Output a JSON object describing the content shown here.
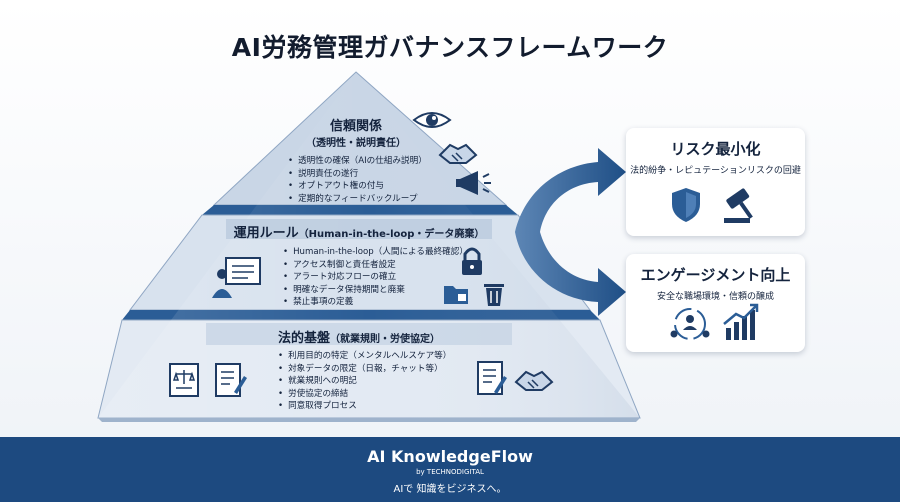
{
  "title": "AI労務管理ガバナンスフレームワーク",
  "tiers": {
    "top": {
      "title": "信頼関係",
      "subtitle": "（透明性・説明責任）",
      "bullets": [
        "透明性の確保（AIの仕組み説明）",
        "説明責任の遂行",
        "オプトアウト権の付与",
        "定期的なフィードバックループ"
      ]
    },
    "middle": {
      "title": "運用ルール",
      "subtitle": "（Human-in-the-loop・データ廃棄）",
      "bullets": [
        "Human-in-the-loop（人間による最終確認）",
        "アクセス制御と責任者設定",
        "アラート対応フローの確立",
        "明確なデータ保持期間と廃棄",
        "禁止事項の定義"
      ]
    },
    "bottom": {
      "title": "法的基盤",
      "subtitle": "（就業規則・労使協定）",
      "bullets": [
        "利用目的の特定（メンタルヘルスケア等）",
        "対象データの限定（日報，チャット等）",
        "就業規則への明記",
        "労使協定の締結",
        "同意取得プロセス"
      ]
    }
  },
  "outcomes": [
    {
      "title": "リスク最小化",
      "subtitle": "法的紛争・レピュテーションリスクの回避"
    },
    {
      "title": "エンゲージメント向上",
      "subtitle": "安全な職場環境・信頼の醸成"
    }
  ],
  "footer": {
    "brand": "AI KnowledgeFlow",
    "by": "by TECHNODIGITAL",
    "tagline": "AIで 知識をビジネスへ。"
  },
  "colors": {
    "top": "#c9d6e6",
    "middle": "#d8e2ee",
    "bottom": "#e3eaf3",
    "arrow": "#2a5d94",
    "footer": "#1d4a80"
  }
}
